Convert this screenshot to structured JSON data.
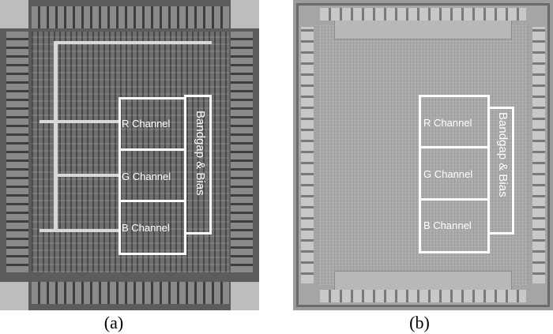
{
  "figure": {
    "panels": [
      {
        "id": "a",
        "caption": "(a)",
        "labels": {
          "r": "R Channel",
          "g": "G Channel",
          "b": "B Channel",
          "bandgap": "Bandgap & Bias"
        }
      },
      {
        "id": "b",
        "caption": "(b)",
        "labels": {
          "r": "R Channel",
          "g": "G Channel",
          "b": "B Channel",
          "bandgap": "Bandgap & Bias"
        }
      }
    ]
  },
  "colors": {
    "annotation": "#ffffff",
    "layout_die": "#5c5c5c",
    "photo_die": "#9b9b9b"
  }
}
